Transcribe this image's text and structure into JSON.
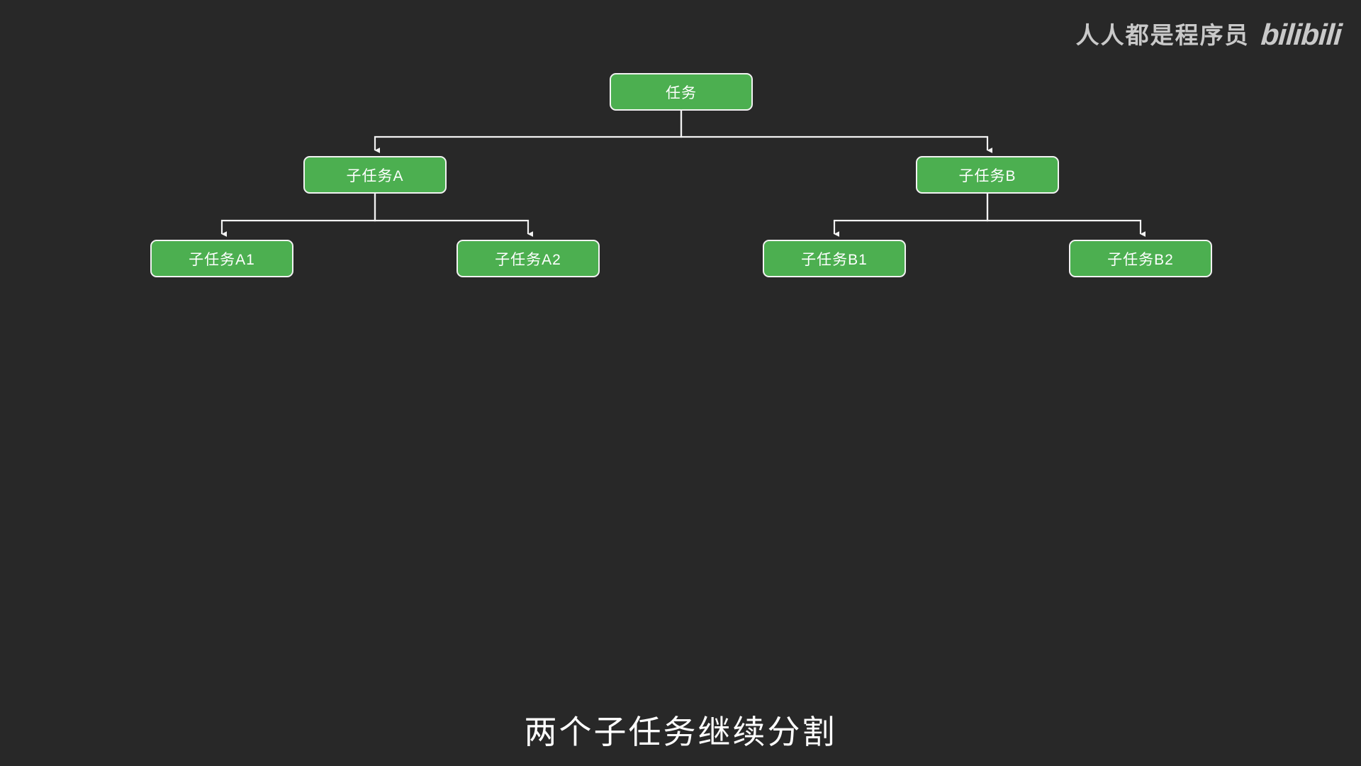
{
  "background_color": "#282828",
  "node_color": "#4CAF50",
  "node_border_color": "#f2f2f2",
  "edge_color": "#f2f2f2",
  "text_color": "#ffffff",
  "watermark": {
    "text": "人人都是程序员",
    "logo": "bilibili"
  },
  "diagram": {
    "type": "tree",
    "nodes": {
      "root": "任务",
      "level2": [
        {
          "id": "A",
          "label": "子任务A"
        },
        {
          "id": "B",
          "label": "子任务B"
        }
      ],
      "level3": [
        {
          "id": "A1",
          "label": "子任务A1",
          "parent": "A"
        },
        {
          "id": "A2",
          "label": "子任务A2",
          "parent": "A"
        },
        {
          "id": "B1",
          "label": "子任务B1",
          "parent": "B"
        },
        {
          "id": "B2",
          "label": "子任务B2",
          "parent": "B"
        }
      ]
    }
  },
  "caption": "两个子任务继续分割"
}
